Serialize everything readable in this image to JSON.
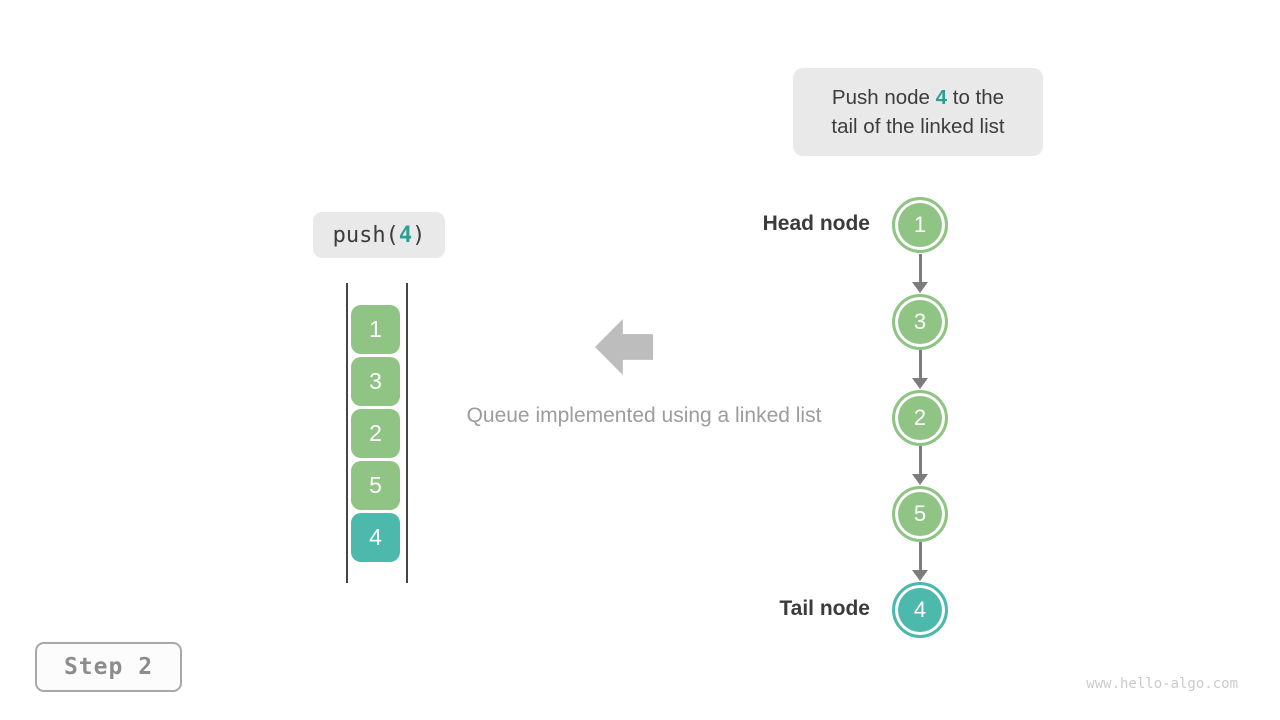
{
  "theme": {
    "accent-teal": "#2f9e92",
    "node-green": "#8fc485",
    "node-teal": "#4db9ad",
    "box-gray": "#e9e9e9",
    "text-dark": "#3c3c3c",
    "text-gray": "#9c9c9c",
    "arrow-gray": "#7d7d7d",
    "block-arrow-gray": "#bdbdbd",
    "watermark-gray": "#cbcbcb"
  },
  "hint": {
    "line1_pre": "Push node ",
    "value": "4",
    "line1_post": " to the",
    "line2": "tail of the linked list"
  },
  "push_call": {
    "pre": "push(",
    "arg": "4",
    "post": ")"
  },
  "stack": {
    "items": [
      {
        "value": "1",
        "state": "normal"
      },
      {
        "value": "3",
        "state": "normal"
      },
      {
        "value": "2",
        "state": "normal"
      },
      {
        "value": "5",
        "state": "normal"
      },
      {
        "value": "4",
        "state": "highlight"
      }
    ]
  },
  "caption": "Queue implemented using a linked list",
  "linked_list": {
    "head_label": "Head node",
    "tail_label": "Tail node",
    "nodes": [
      {
        "value": "1",
        "state": "normal"
      },
      {
        "value": "3",
        "state": "normal"
      },
      {
        "value": "2",
        "state": "normal"
      },
      {
        "value": "5",
        "state": "normal"
      },
      {
        "value": "4",
        "state": "highlight"
      }
    ]
  },
  "step_badge": "Step 2",
  "watermark": "www.hello-algo.com"
}
